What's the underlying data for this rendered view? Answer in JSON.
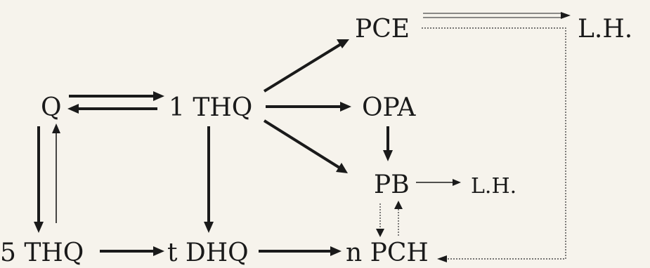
{
  "nodes": {
    "pce": "PCE",
    "lh_top": "L.H.",
    "q": "Q",
    "thq1": "1 THQ",
    "opa": "OPA",
    "pb": "PB",
    "lh_mid": "L.H.",
    "thq5": "5 THQ",
    "tdhq": "t DHQ",
    "npch": "n PCH"
  }
}
